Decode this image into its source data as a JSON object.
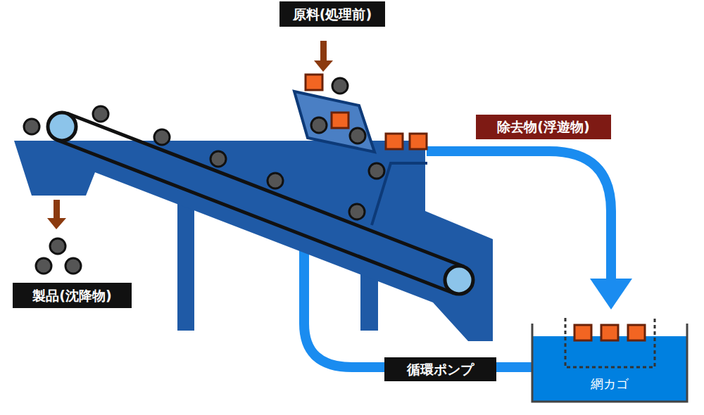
{
  "diagram": {
    "nodes": [
      {
        "text": [
          "原料(処理前)"
        ]
      },
      {
        "text": [
          "除去物(浮遊物)"
        ]
      },
      {
        "text": [
          "製品(沈降物)"
        ]
      },
      {
        "text": [
          "循環ポンプ"
        ]
      },
      {
        "text": [
          "網カゴ"
        ]
      }
    ]
  }
}
